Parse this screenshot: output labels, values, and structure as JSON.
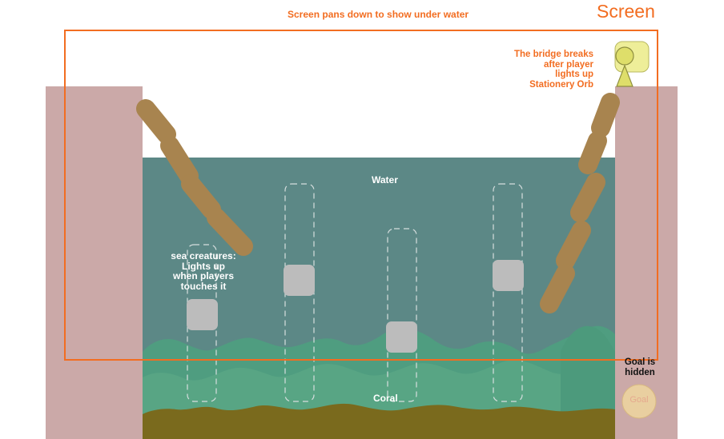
{
  "labels": {
    "caption_top": "Screen pans down to show under water",
    "screen": "Screen",
    "bridge_note": [
      "The bridge breaks",
      "after player",
      "lights up",
      "Stationery Orb"
    ],
    "water": "Water",
    "sea_note": [
      "sea creatures:",
      "Lights up",
      "when players",
      "touches it"
    ],
    "coral": "Coral",
    "goal_note": [
      "Goal is",
      "hidden"
    ],
    "goal": "Goal"
  },
  "colors": {
    "accent": "#f26d21",
    "cliff": "#cba9a8",
    "water": "#5c8886",
    "coral": "#4c9a7c",
    "coral_light": "#58a584",
    "seabed": "#7a6a1d",
    "log": "#a8844f",
    "creature": "#bcbcbc",
    "orb_fill": "#eeee99",
    "goal_fill": "#e9cfa0",
    "goal_text": "#e5a98e"
  },
  "icons": {
    "player": "player-figure-icon",
    "orb": "stationary-orb-icon",
    "goal": "goal-circle-icon"
  }
}
